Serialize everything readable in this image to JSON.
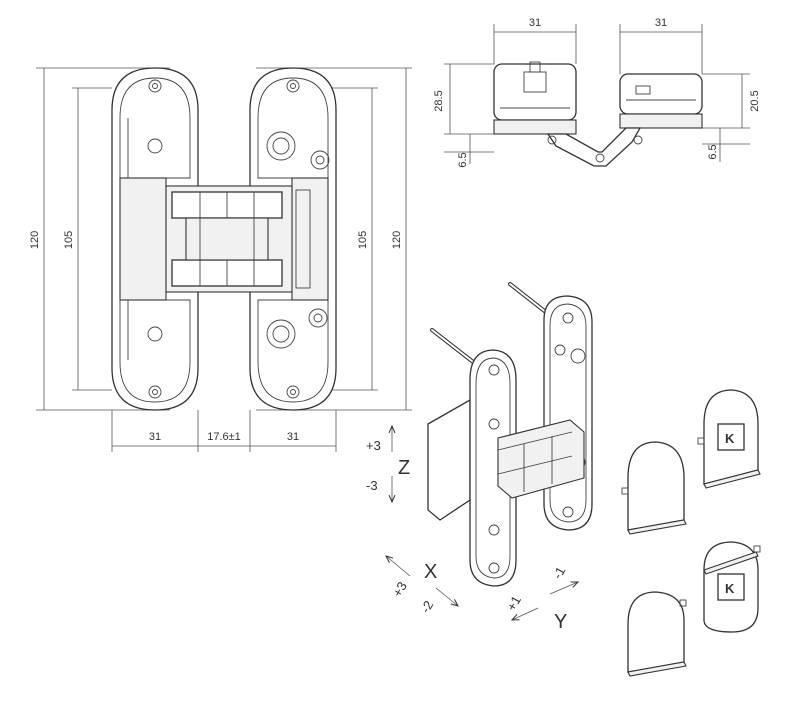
{
  "front_view": {
    "dims": {
      "height_outer_left": "120",
      "height_inner_left": "105",
      "height_inner_right": "105",
      "height_outer_right": "120",
      "width_left": "31",
      "gap": "17.6±1",
      "width_right": "31"
    }
  },
  "top_view": {
    "dims": {
      "width_left": "31",
      "width_right": "31",
      "height_left": "28.5",
      "offset_left": "6.5",
      "height_right": "20.5",
      "offset_right": "6.5"
    }
  },
  "adjustment": {
    "z_axis": "Z",
    "z_plus": "+3",
    "z_minus": "-3",
    "x_axis": "X",
    "x_plus": "+3",
    "x_minus": "-2",
    "y_axis": "Y",
    "y_plus": "+1",
    "y_minus": "-1"
  },
  "covers": {
    "logo_letter": "K"
  }
}
